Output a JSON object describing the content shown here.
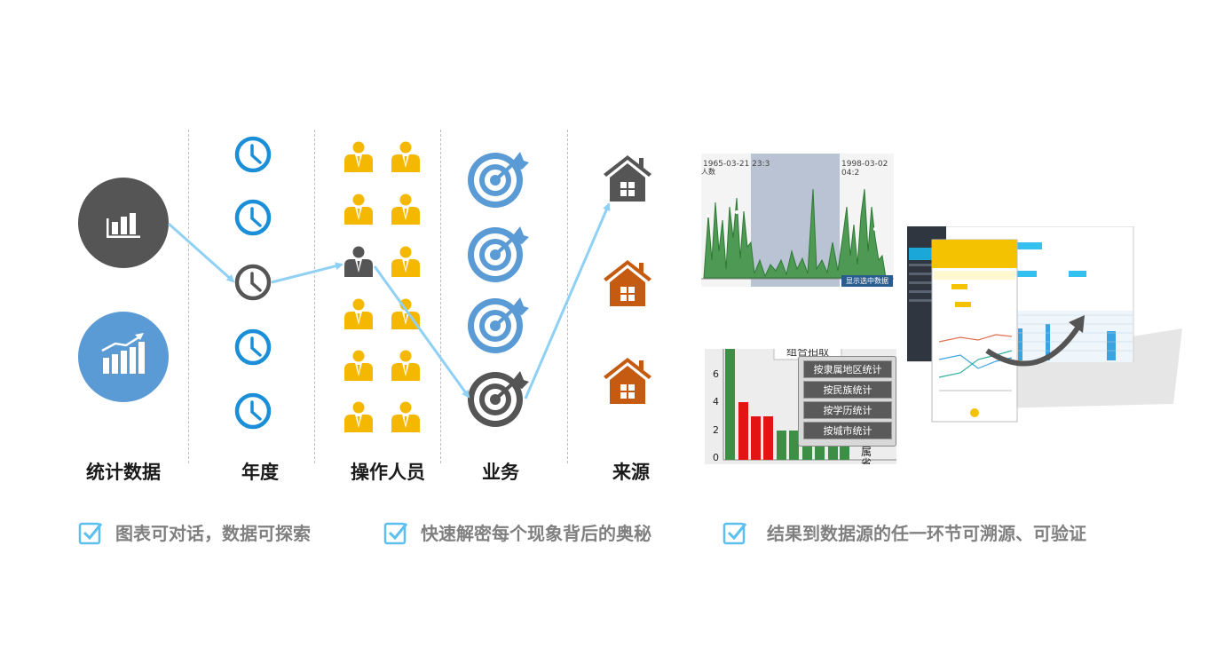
{
  "columns": [
    {
      "id": "stats",
      "label": "统计数据"
    },
    {
      "id": "year",
      "label": "年度"
    },
    {
      "id": "operator",
      "label": "操作人员"
    },
    {
      "id": "business",
      "label": "业务"
    },
    {
      "id": "source",
      "label": "来源"
    }
  ],
  "icons": {
    "stats": [
      "bar-chart-icon",
      "trend-chart-icon"
    ],
    "year": "clock-icon",
    "operator": "person-icon",
    "business": "target-icon",
    "source": "house-icon"
  },
  "colors": {
    "dark": "#555555",
    "stats_blue": "#5b9bd5",
    "clock_blue": "#1a8fd8",
    "person_yellow": "#f5b800",
    "target_blue": "#5b9bd5",
    "house_orange": "#c55a11",
    "arrow": "#8fd0f5",
    "check": "#5bc0f0",
    "feature_text": "#808080"
  },
  "path": {
    "year_index": 2,
    "operator_index": 4,
    "business_index": 3,
    "source_index": 0
  },
  "features": [
    "图表可对话，数据可探索",
    "快速解密每个现象背后的奥秘",
    "结果到数据源的任一环节可溯源、可验证"
  ],
  "screenshot1": {
    "left_date": "1965-03-21 23:3",
    "right_date": "1998-03-02 04:2",
    "axis_label": "人数",
    "button": "显示选中数据"
  },
  "screenshot2": {
    "title": "组合拍取",
    "y_ticks": [
      "0",
      "2",
      "4",
      "6"
    ],
    "menu": [
      "按隶属地区统计",
      "按民族统计",
      "按学历统计",
      "按城市统计"
    ],
    "side_text": "属省"
  }
}
